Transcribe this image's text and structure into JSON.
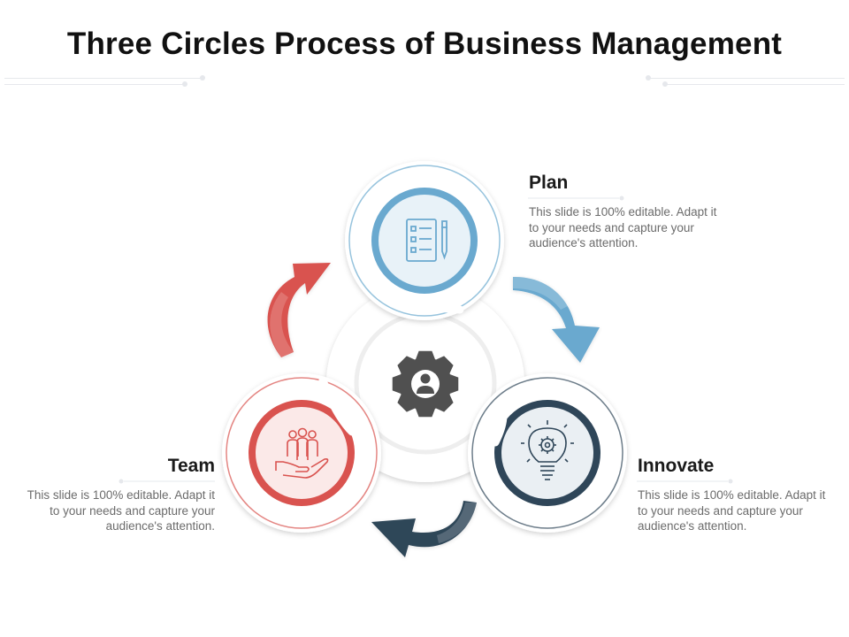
{
  "title": "Three Circles Process of Business Management",
  "colors": {
    "plan": "#6aa9cf",
    "team": "#d9534f",
    "innovate": "#2f4659",
    "gear": "#505050"
  },
  "steps": [
    {
      "key": "plan",
      "heading": "Plan",
      "description": "This slide is 100% editable. Adapt it to your needs and capture your audience's attention.",
      "icon": "checklist-pen-icon"
    },
    {
      "key": "innovate",
      "heading": "Innovate",
      "description": "This slide is 100% editable. Adapt it to your needs and capture your audience's attention.",
      "icon": "lightbulb-gear-icon"
    },
    {
      "key": "team",
      "heading": "Team",
      "description": "This slide is 100% editable. Adapt it to your needs and capture your audience's attention.",
      "icon": "team-hand-icon"
    }
  ],
  "center_icon": "gear-person-icon"
}
